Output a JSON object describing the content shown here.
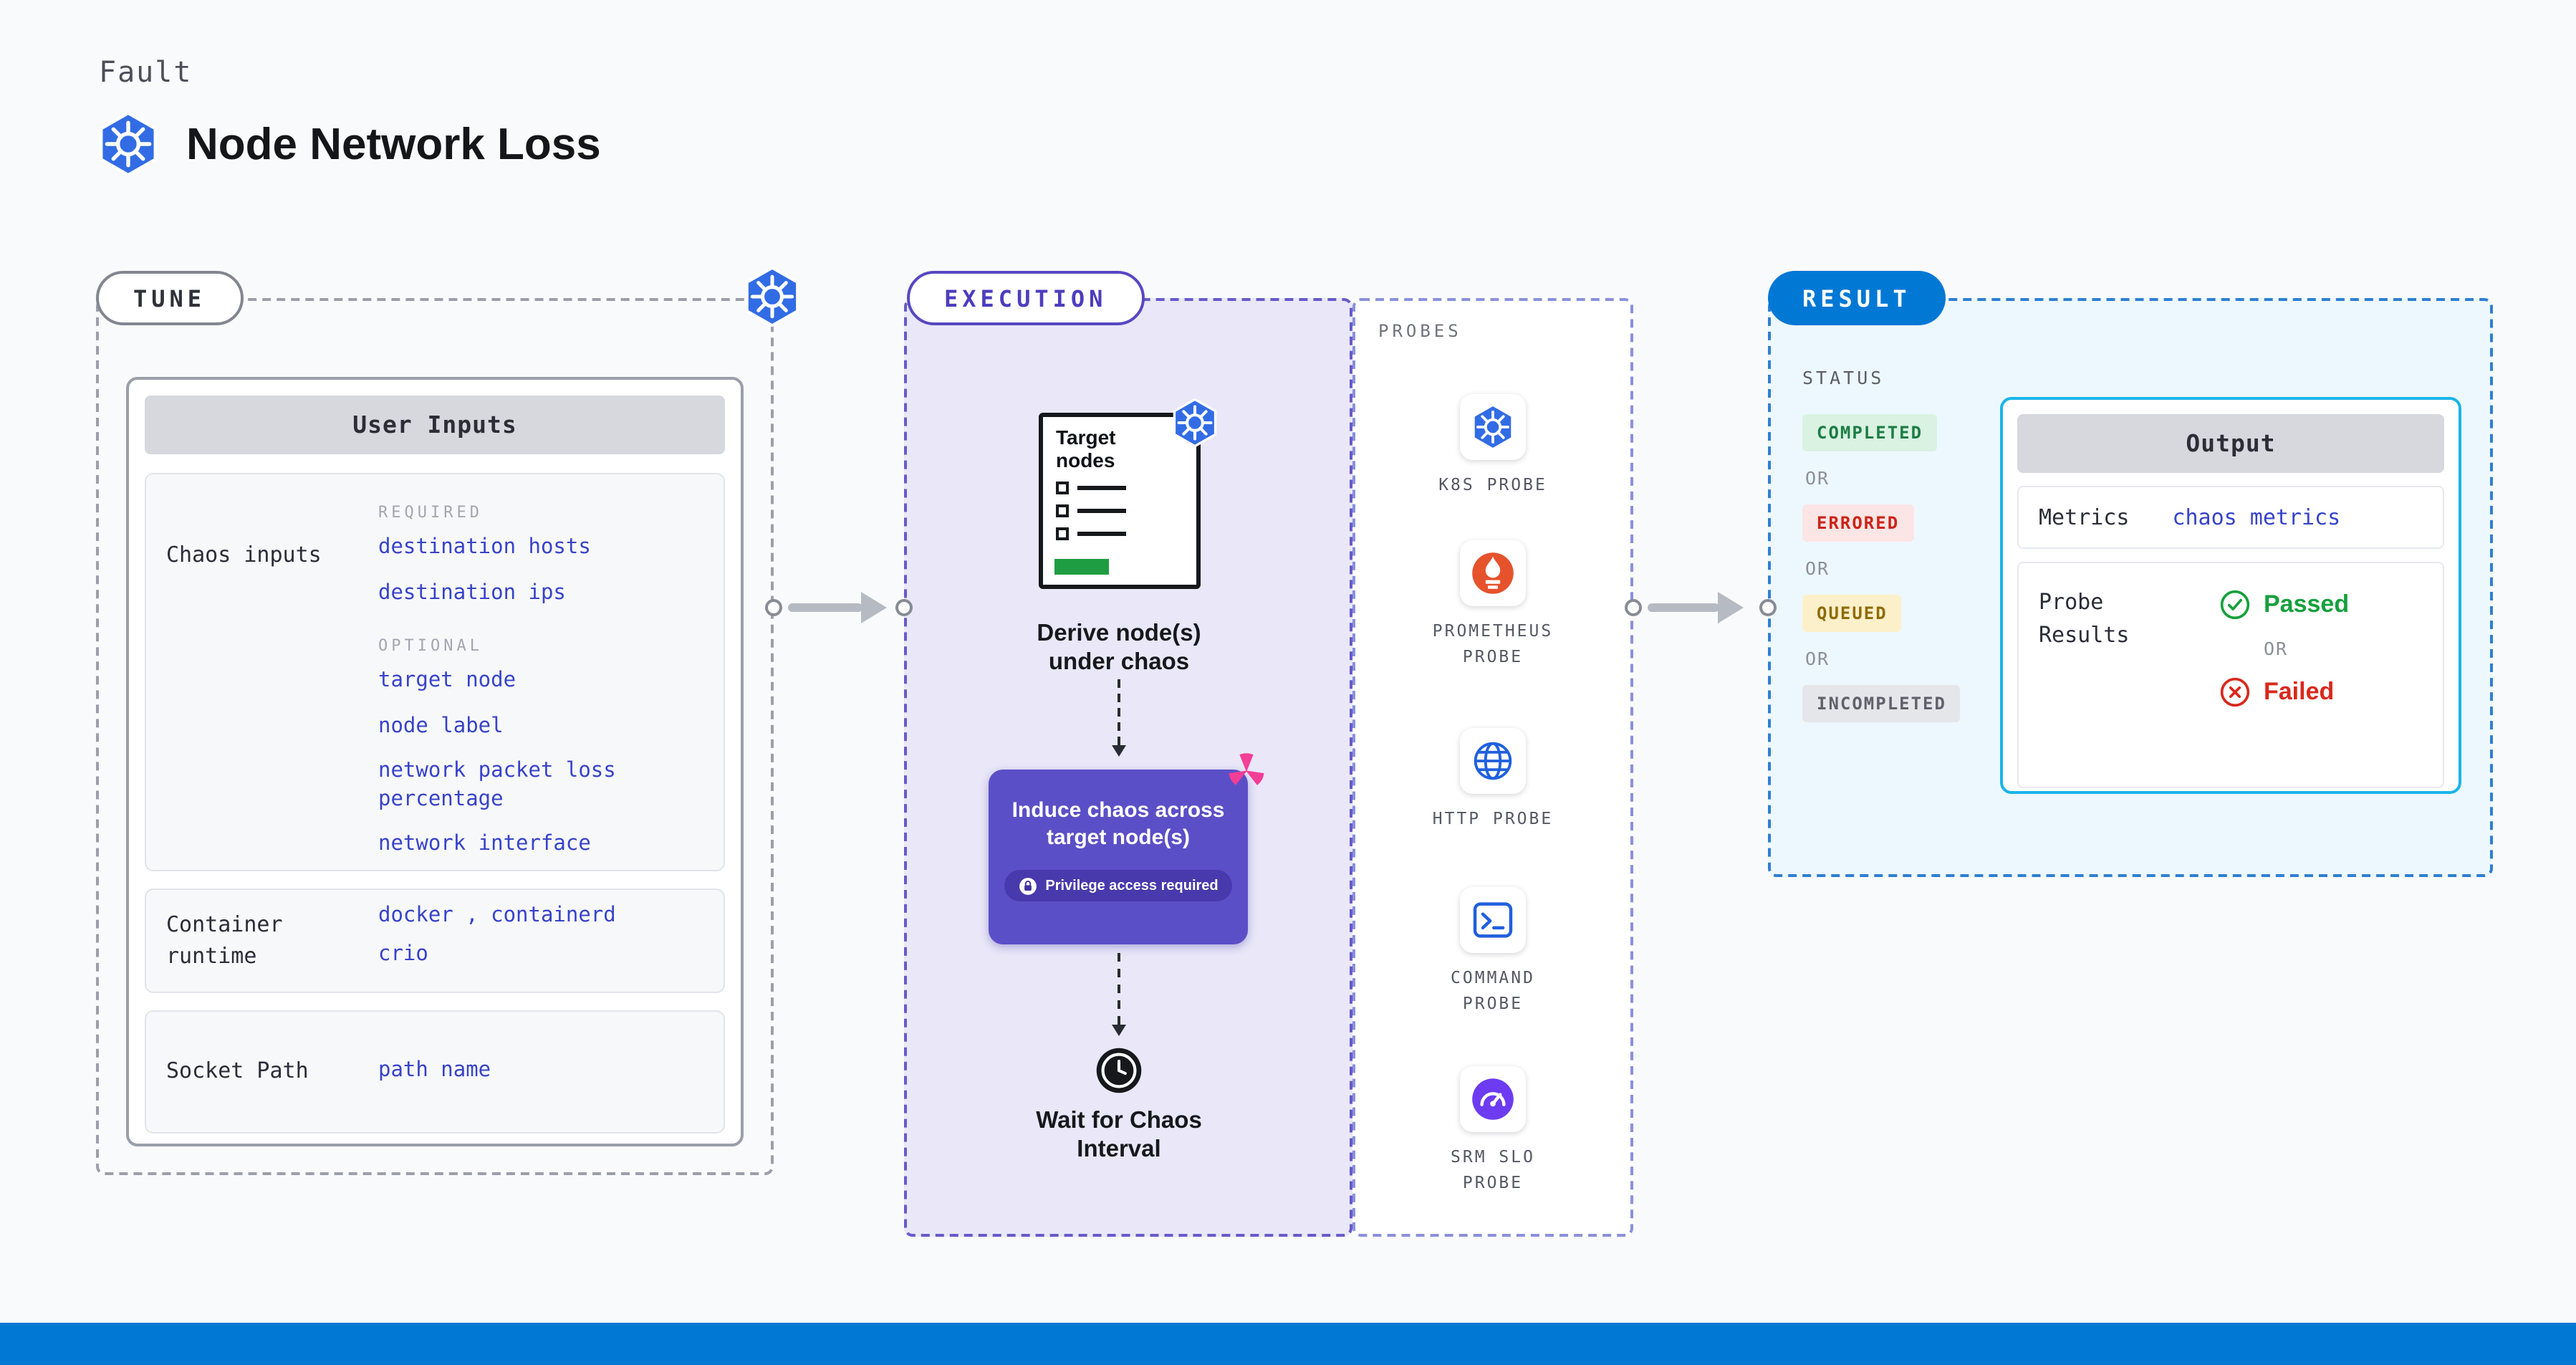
{
  "colors": {
    "accent_blue": "#0278d5",
    "kubernetes_blue": "#326ce5",
    "execution_purple": "#5b4fc7",
    "link_indigo": "#3743c9",
    "passed_green": "#16a03c",
    "failed_red": "#d9281c",
    "completed_badge_bg": "#d9f2e2",
    "errored_badge_bg": "#fbe5e5",
    "queued_badge_bg": "#fcf0cb",
    "incompleted_badge_bg": "#e5e6ea"
  },
  "header": {
    "kicker": "Fault",
    "title": "Node Network Loss",
    "icon": "kubernetes-icon"
  },
  "tune": {
    "label": "TUNE",
    "card": {
      "title": "User Inputs",
      "chaos_inputs": {
        "label": "Chaos inputs",
        "required_label": "REQUIRED",
        "required": [
          "destination hosts",
          "destination ips"
        ],
        "optional_label": "OPTIONAL",
        "optional": [
          "target node",
          "node label",
          "network packet loss percentage",
          "network interface"
        ]
      },
      "container_runtime": {
        "label": "Container runtime",
        "values_line1": "docker , containerd",
        "values_line2": "crio"
      },
      "socket_path": {
        "label": "Socket Path",
        "value": "path name"
      }
    }
  },
  "execution": {
    "label": "EXECUTION",
    "target_doc_title": "Target nodes",
    "step_derive": "Derive node(s) under chaos",
    "step_induce": "Induce chaos across target node(s)",
    "privilege_note": "Privilege access required",
    "step_wait": "Wait for Chaos Interval"
  },
  "probes": {
    "label": "PROBES",
    "items": [
      {
        "label": "K8S PROBE",
        "icon": "kubernetes-icon"
      },
      {
        "label": "PROMETHEUS PROBE",
        "icon": "prometheus-icon"
      },
      {
        "label": "HTTP PROBE",
        "icon": "globe-icon"
      },
      {
        "label": "COMMAND PROBE",
        "icon": "terminal-icon"
      },
      {
        "label": "SRM SLO PROBE",
        "icon": "gauge-icon"
      }
    ]
  },
  "result": {
    "label": "RESULT",
    "status_label": "STATUS",
    "or": "OR",
    "statuses": [
      "COMPLETED",
      "ERRORED",
      "QUEUED",
      "INCOMPLETED"
    ],
    "output": {
      "title": "Output",
      "metrics_label": "Metrics",
      "metrics_value": "chaos metrics",
      "probe_results_label": "Probe Results",
      "passed": "Passed",
      "or": "OR",
      "failed": "Failed"
    }
  }
}
